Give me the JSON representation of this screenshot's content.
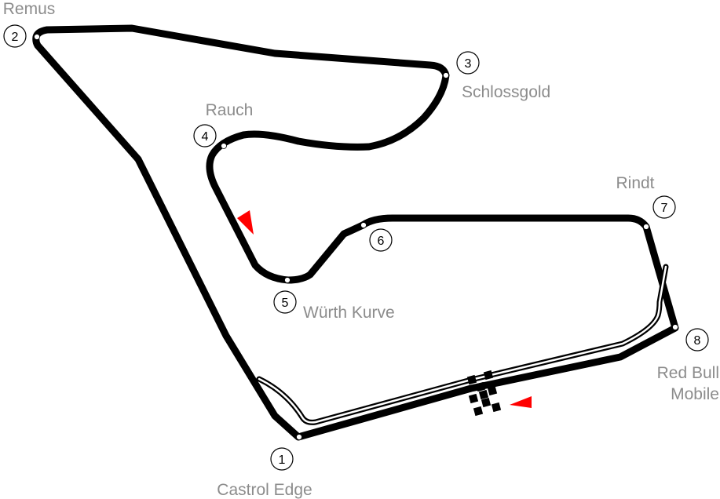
{
  "corners": [
    {
      "number": "1",
      "name": "Castrol Edge"
    },
    {
      "number": "2",
      "name": "Remus"
    },
    {
      "number": "3",
      "name": "Schlossgold"
    },
    {
      "number": "4",
      "name": "Rauch"
    },
    {
      "number": "5",
      "name": "Würth Kurve"
    },
    {
      "number": "6",
      "name": ""
    },
    {
      "number": "7",
      "name": "Rindt"
    },
    {
      "number": "8",
      "name": "Red Bull Mobile"
    }
  ],
  "colors": {
    "track": "#000000",
    "direction_arrow": "#ff0000",
    "label": "#8c8c8c"
  }
}
